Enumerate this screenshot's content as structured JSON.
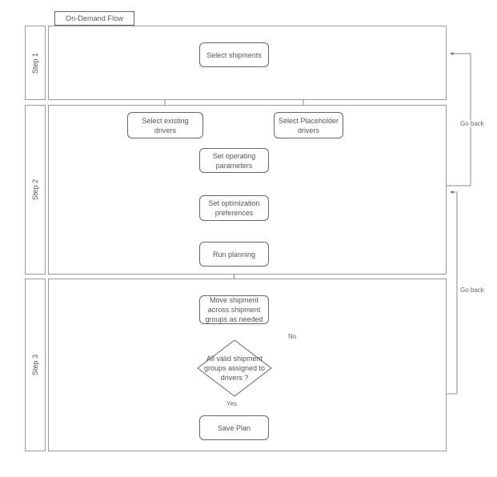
{
  "diagram": {
    "title": "On-Demand Flow",
    "type": "flowchart-swimlane",
    "colors": {
      "lane_border": "#9a9a9a",
      "node_border": "#666666",
      "text": "#555555",
      "edge": "#888888",
      "background": "#ffffff"
    }
  },
  "lanes": [
    {
      "id": "step1",
      "label": "Step 1"
    },
    {
      "id": "step2",
      "label": "Step 2"
    },
    {
      "id": "step3",
      "label": "Step 3"
    }
  ],
  "nodes": [
    {
      "id": "select-shipments",
      "lane": "step1",
      "shape": "rounded-rect",
      "label": "Select shipments"
    },
    {
      "id": "select-existing",
      "lane": "step2",
      "shape": "rounded-rect",
      "label": "Select existing drivers"
    },
    {
      "id": "select-placeholder",
      "lane": "step2",
      "shape": "rounded-rect",
      "label": "Select Placeholder drivers"
    },
    {
      "id": "set-operating",
      "lane": "step2",
      "shape": "rounded-rect",
      "label": "Set operating parameters"
    },
    {
      "id": "set-optimization",
      "lane": "step2",
      "shape": "rounded-rect",
      "label": "Set optimization preferences"
    },
    {
      "id": "run-planning",
      "lane": "step2",
      "shape": "rounded-rect",
      "label": "Run planning"
    },
    {
      "id": "move-shipment",
      "lane": "step3",
      "shape": "rounded-rect",
      "label": "Move shipment across shipment groups as needed"
    },
    {
      "id": "decision-valid",
      "lane": "step3",
      "shape": "diamond",
      "label": "All valid shipment groups assigned to drivers ?"
    },
    {
      "id": "save-plan",
      "lane": "step3",
      "shape": "rounded-rect",
      "label": "Save Plan"
    }
  ],
  "edges": [
    {
      "from": "select-shipments",
      "to": "select-existing",
      "label": ""
    },
    {
      "from": "select-shipments",
      "to": "select-placeholder",
      "label": ""
    },
    {
      "from": "select-existing",
      "to": "set-operating",
      "label": ""
    },
    {
      "from": "select-placeholder",
      "to": "set-operating",
      "label": ""
    },
    {
      "from": "set-operating",
      "to": "set-optimization",
      "label": ""
    },
    {
      "from": "set-optimization",
      "to": "run-planning",
      "label": ""
    },
    {
      "from": "run-planning",
      "to": "move-shipment",
      "label": ""
    },
    {
      "from": "move-shipment",
      "to": "decision-valid",
      "label": ""
    },
    {
      "from": "decision-valid",
      "to": "move-shipment",
      "label": "No"
    },
    {
      "from": "decision-valid",
      "to": "save-plan",
      "label": "Yes"
    },
    {
      "from": "step3",
      "to": "step2",
      "label": "Go back"
    },
    {
      "from": "step2",
      "to": "step1",
      "label": "Go back"
    }
  ],
  "edge_labels": {
    "no": "No",
    "yes": "Yes",
    "go_back_upper": "Go back",
    "go_back_lower": "Go back"
  }
}
